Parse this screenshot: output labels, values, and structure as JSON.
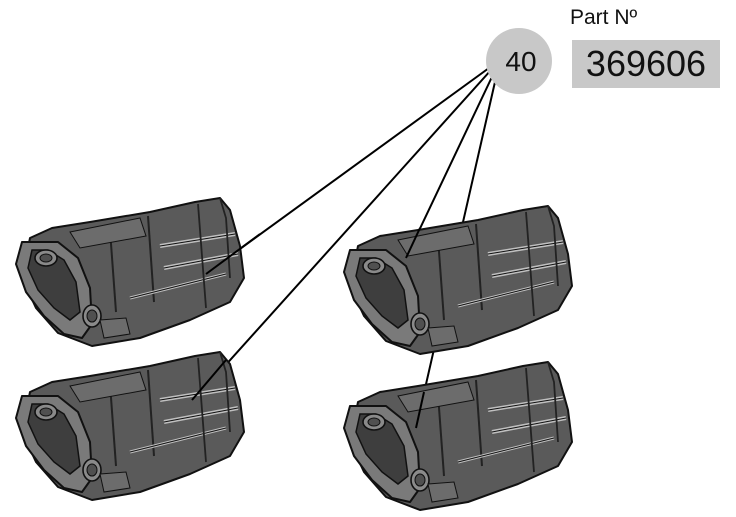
{
  "part": {
    "label": "Part Nº",
    "number": "369606"
  },
  "callout": {
    "number": "40"
  },
  "colors": {
    "callout_bubble": "#c8c8c8",
    "part_number_box": "#c8c8c8",
    "component_fill": "#5a5a5a",
    "component_outline": "#111111",
    "leader_line": "#000000"
  },
  "components": [
    {
      "id": "top-left"
    },
    {
      "id": "top-right"
    },
    {
      "id": "bottom-left"
    },
    {
      "id": "bottom-right"
    }
  ]
}
